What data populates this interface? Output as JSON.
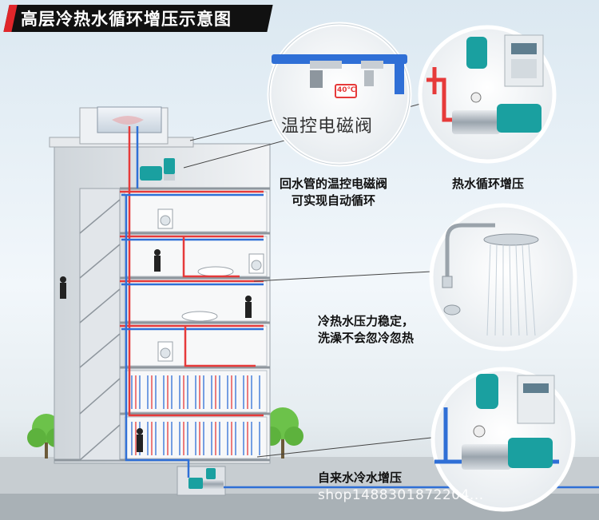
{
  "title": "高层冷热水循环增压示意图",
  "captions": {
    "valve": [
      "回水管的温控电磁阀",
      "可实现自动循环"
    ],
    "hot_circulation": "热水循环增压",
    "shower": [
      "冷热水压力稳定，",
      "洗澡不会忽冷忽热"
    ],
    "tap_boost": "自来水冷水增压"
  },
  "valve_callout": {
    "label": "温控电磁阀",
    "temp": "40℃"
  },
  "watermark": "shop1488301872204...",
  "colors": {
    "hot_pipe": "#e63a3a",
    "cold_pipe": "#2f6fd6",
    "pump": "#1aa0a0",
    "title_bg": "#111111",
    "accent": "#e0262a"
  }
}
